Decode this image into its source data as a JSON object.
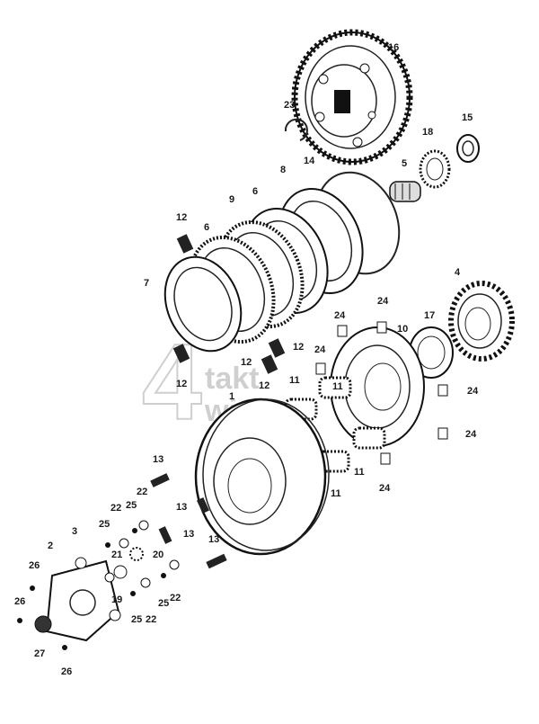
{
  "figure": {
    "watermark": {
      "digit": "4",
      "line1": "takt",
      "line2": "winkel"
    },
    "callouts": [
      {
        "id": "c16",
        "text": "16"
      },
      {
        "id": "c23",
        "text": "23"
      },
      {
        "id": "c15",
        "text": "15"
      },
      {
        "id": "c18",
        "text": "18"
      },
      {
        "id": "c5",
        "text": "5"
      },
      {
        "id": "c8",
        "text": "8"
      },
      {
        "id": "c14",
        "text": "14"
      },
      {
        "id": "c9",
        "text": "9"
      },
      {
        "id": "c6a",
        "text": "6"
      },
      {
        "id": "c6b",
        "text": "6"
      },
      {
        "id": "c12a",
        "text": "12"
      },
      {
        "id": "c7",
        "text": "7"
      },
      {
        "id": "c4",
        "text": "4"
      },
      {
        "id": "c24a",
        "text": "24"
      },
      {
        "id": "c24b",
        "text": "24"
      },
      {
        "id": "c17",
        "text": "17"
      },
      {
        "id": "c10",
        "text": "10"
      },
      {
        "id": "c24c",
        "text": "24"
      },
      {
        "id": "c12b",
        "text": "12"
      },
      {
        "id": "c12c",
        "text": "12"
      },
      {
        "id": "c12d",
        "text": "12"
      },
      {
        "id": "c12e",
        "text": "12"
      },
      {
        "id": "c11a",
        "text": "11"
      },
      {
        "id": "c11b",
        "text": "11"
      },
      {
        "id": "c1",
        "text": "1"
      },
      {
        "id": "c24d",
        "text": "24"
      },
      {
        "id": "c24e",
        "text": "24"
      },
      {
        "id": "c11c",
        "text": "11"
      },
      {
        "id": "c11d",
        "text": "11"
      },
      {
        "id": "c24f",
        "text": "24"
      },
      {
        "id": "c13a",
        "text": "13"
      },
      {
        "id": "c13b",
        "text": "13"
      },
      {
        "id": "c13c",
        "text": "13"
      },
      {
        "id": "c13d",
        "text": "13"
      },
      {
        "id": "c22a",
        "text": "22"
      },
      {
        "id": "c22b",
        "text": "22"
      },
      {
        "id": "c25a",
        "text": "25"
      },
      {
        "id": "c25b",
        "text": "25"
      },
      {
        "id": "c20",
        "text": "20"
      },
      {
        "id": "c21",
        "text": "21"
      },
      {
        "id": "c2",
        "text": "2"
      },
      {
        "id": "c3",
        "text": "3"
      },
      {
        "id": "c26a",
        "text": "26"
      },
      {
        "id": "c26b",
        "text": "26"
      },
      {
        "id": "c19",
        "text": "19"
      },
      {
        "id": "c25c",
        "text": "25"
      },
      {
        "id": "c22c",
        "text": "22"
      },
      {
        "id": "c25d",
        "text": "25"
      },
      {
        "id": "c22d",
        "text": "22"
      },
      {
        "id": "c27",
        "text": "27"
      },
      {
        "id": "c26c",
        "text": "26"
      }
    ]
  }
}
